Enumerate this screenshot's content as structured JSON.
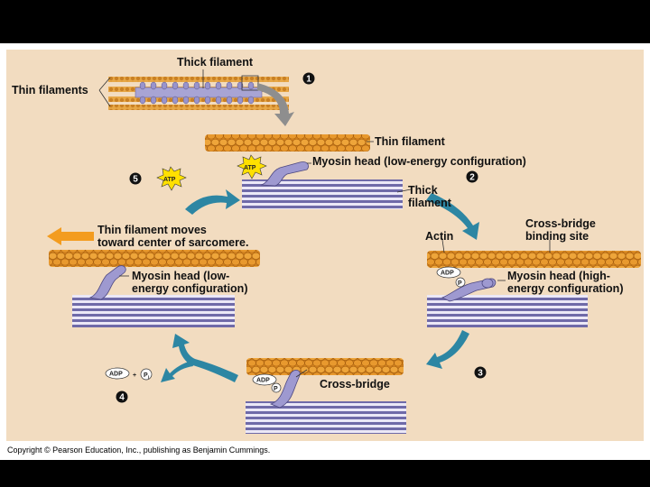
{
  "labels": {
    "thick_filament_top": "Thick filament",
    "thin_filaments": "Thin filaments",
    "thin_filament": "Thin filament",
    "myosin_head_low_top": "Myosin head (low-energy configuration)",
    "thick_filament_mid": "Thick\nfilament",
    "thin_moves": "Thin filament moves\ntoward center of sarcomere.",
    "myosin_head_low_left": "Myosin head (low-\nenergy configuration)",
    "actin": "Actin",
    "cross_bridge_site": "Cross-bridge\nbinding site",
    "myosin_head_high": "Myosin head (high-\nenergy configuration)",
    "cross_bridge": "Cross-bridge"
  },
  "badges": {
    "atp": "ATP",
    "adp": "ADP",
    "pi": "P",
    "pi_sub": "i",
    "plus": "+"
  },
  "steps": [
    "1",
    "2",
    "3",
    "4",
    "5"
  ],
  "colors": {
    "panel": "#f2dcc0",
    "actin": "#e69a2a",
    "actin_dark": "#b36b12",
    "thick": "#7d78b4",
    "myosin": "#9e99d0",
    "arrow_teal": "#2d86a3",
    "arrow_orange": "#f39c1f",
    "arrow_gray": "#8e8e8e",
    "atp_star": "#ffe000"
  },
  "copyright": "Copyright © Pearson Education, Inc., publishing as Benjamin Cummings."
}
